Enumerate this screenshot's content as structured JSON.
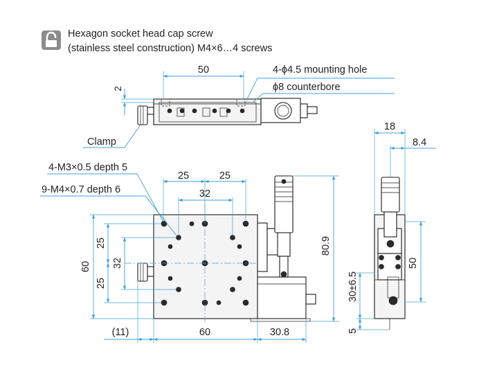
{
  "header": {
    "note_line1": "Hexagon socket head cap screw",
    "note_line2": "(stainless steel construction) M4×6…4 screws"
  },
  "top_view": {
    "dim_width": "50",
    "dim_height": "2",
    "note_mounting": "4-ϕ4.5 mounting hole",
    "note_counterbore": "ϕ8 counterbore",
    "label_clamp": "Clamp"
  },
  "front_view": {
    "note_m3": "4-M3×0.5 depth 5",
    "note_m4": "9-M4×0.7 depth 6",
    "dim_pitch_left": "25",
    "dim_pitch_right": "25",
    "dim_hole_span": "32",
    "dim_left_upper": "25",
    "dim_left_lower": "25",
    "dim_left_span": "32",
    "dim_overall_height": "60",
    "dim_overall_width": "60",
    "dim_micrometer_height": "80.9",
    "dim_offset": "(11)",
    "dim_side_ext": "30.8"
  },
  "side_view": {
    "dim_width": "18",
    "dim_offset": "8.4",
    "dim_travel": "50",
    "dim_height": "30±6.5",
    "dim_bottom": "5"
  }
}
